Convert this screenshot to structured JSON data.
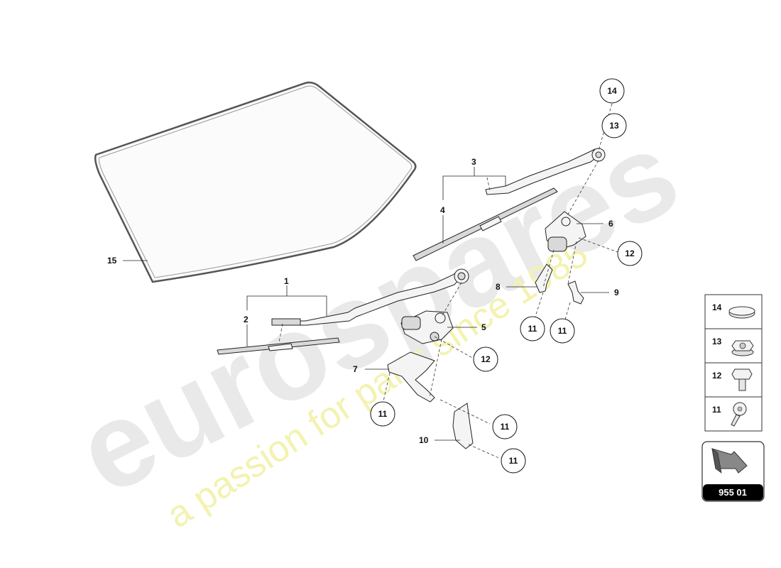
{
  "watermark": {
    "brand": "eurospares",
    "tagline": "a passion for parts since 1985"
  },
  "part_labels": {
    "p1": "1",
    "p2": "2",
    "p3": "3",
    "p4": "4",
    "p5": "5",
    "p6": "6",
    "p7": "7",
    "p8": "8",
    "p9": "9",
    "p10": "10",
    "p15": "15"
  },
  "callouts": {
    "c14": "14",
    "c13": "13",
    "c12a": "12",
    "c12b": "12",
    "c11a": "11",
    "c11b": "11",
    "c11c": "11",
    "c11d": "11",
    "c11e": "11"
  },
  "legend": {
    "items": [
      {
        "number": "14",
        "icon": "cap-icon"
      },
      {
        "number": "13",
        "icon": "flange-nut-icon"
      },
      {
        "number": "12",
        "icon": "hex-bolt-icon"
      },
      {
        "number": "11",
        "icon": "torx-screw-icon"
      }
    ]
  },
  "reference": {
    "code": "955 01",
    "icon": "arrow-icon"
  }
}
